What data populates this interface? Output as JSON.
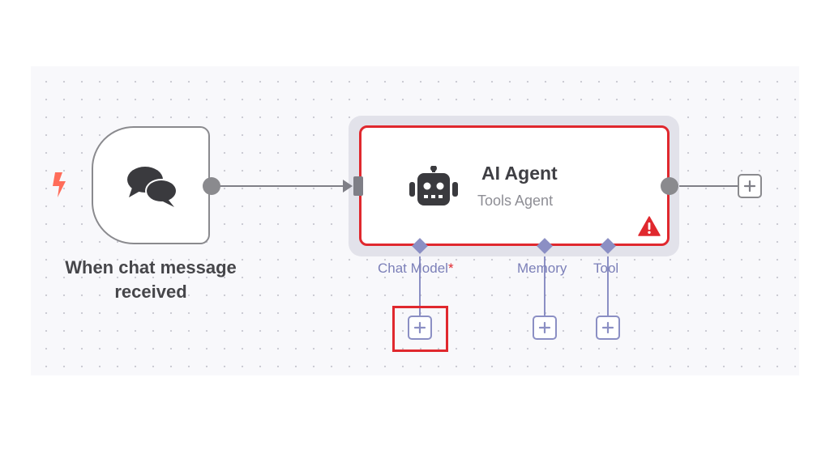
{
  "trigger": {
    "title": "When chat message\nreceived",
    "icon": "chat-bubbles-icon",
    "badge_icon": "lightning-bolt-icon",
    "badge_color": "#ff6d5a"
  },
  "agent": {
    "title": "AI Agent",
    "subtitle": "Tools Agent",
    "icon": "robot-icon",
    "status_icon": "warning-triangle-icon",
    "error_color": "#e0282e",
    "sub_inputs": [
      {
        "label": "Chat Model",
        "required_mark": "*"
      },
      {
        "label": "Memory"
      },
      {
        "label": "Tool"
      }
    ]
  },
  "colors": {
    "wire": "#7f7f87",
    "sub_connection": "#8b8fc4",
    "canvas": "#f8f8fb"
  }
}
